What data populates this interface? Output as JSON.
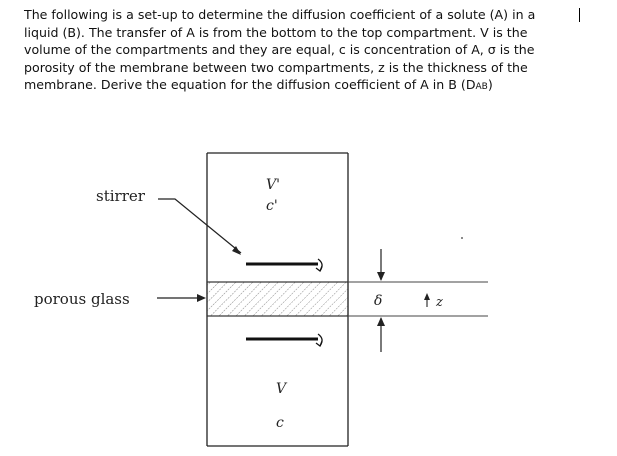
{
  "question": {
    "lines": [
      "The following is a set-up to determine the diffusion coefficient of a solute (A) in a",
      "liquid (B).  The transfer of A is from the bottom to the top compartment.  V is the",
      "volume of the compartments and they are equal, c is concentration of A, σ is the",
      "porosity of the membrane between two compartments, z is the thickness of the",
      "membrane.  Derive the equation for the diffusion coefficient of A in B (D"
    ],
    "subscript": "AB",
    "closing": ")"
  },
  "diagram": {
    "stirrer_label": "stirrer",
    "porous_label": "porous glass",
    "top_volume": "V'",
    "top_conc": "c'",
    "bottom_volume": "V",
    "bottom_conc": "c",
    "thickness_symbol": "δ",
    "axis_label": "z"
  }
}
